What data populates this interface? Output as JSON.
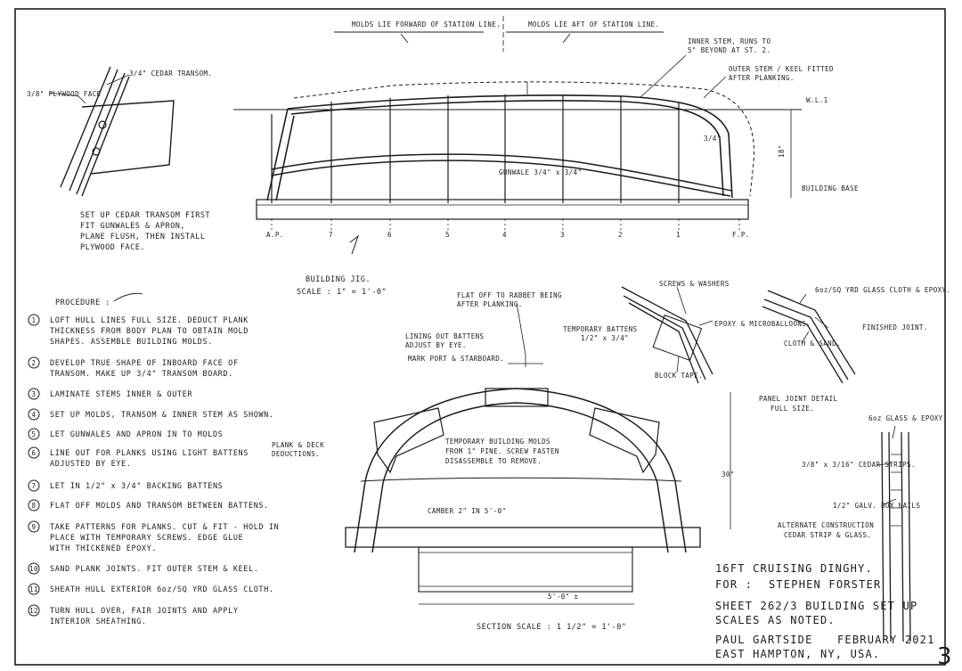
{
  "sheet_number": "3",
  "profile": {
    "molds_forward": "MOLDS LIE FORWARD OF STATION LINE.",
    "molds_aft": "MOLDS LIE AFT OF STATION LINE.",
    "inner_stem": "INNER STEM, RUNS TO 5\" BEYOND AT ST. 2.",
    "outer_stem": "OUTER STEM / KEEL FITTED AFTER PLANKING",
    "gunwale": "GUNWALE 3/4\" x 3/4\"",
    "dim_3_4": "3/4\"",
    "dim_18": "18\"",
    "wl1": "W.L.1",
    "building_base": "BUILDING BASE",
    "stations": [
      "A.P.",
      "7",
      "6",
      "5",
      "4",
      "3",
      "2",
      "1",
      "F.P."
    ],
    "title": "BUILDING JIG.",
    "scale": "SCALE : 1\" = 1'-0\""
  },
  "transom": {
    "cedar": "3/4\" CEDAR TRANSOM.",
    "plywood": "3/8\" PLYWOOD FACE",
    "note": [
      "SET UP CEDAR TRANSOM FIRST",
      "FIT GUNWALES & APRON,",
      "PLANE FLUSH, THEN INSTALL",
      "PLYWOOD FACE."
    ]
  },
  "procedure": {
    "title": "PROCEDURE :",
    "steps": [
      {
        "num": "1",
        "lines": [
          "LOFT HULL LINES FULL SIZE. DEDUCT PLANK",
          "THICKNESS FROM BODY PLAN TO OBTAIN MOLD",
          "SHAPES. ASSEMBLE BUILDING MOLDS."
        ]
      },
      {
        "num": "2",
        "lines": [
          "DEVELOP TRUE SHAPE OF INBOARD FACE OF",
          "TRANSOM. MAKE UP 3/4\" TRANSOM BOARD."
        ]
      },
      {
        "num": "3",
        "lines": [
          "LAMINATE STEMS INNER & OUTER"
        ]
      },
      {
        "num": "4",
        "lines": [
          "SET UP MOLDS, TRANSOM & INNER STEM AS SHOWN."
        ]
      },
      {
        "num": "5",
        "lines": [
          "LET GUNWALES AND APRON IN TO MOLDS"
        ]
      },
      {
        "num": "6",
        "lines": [
          "LINE OUT FOR PLANKS USING LIGHT BATTENS",
          "ADJUSTED BY EYE."
        ]
      },
      {
        "num": "7",
        "lines": [
          "LET IN 1/2\" x 3/4\" BACKING BATTENS"
        ]
      },
      {
        "num": "8",
        "lines": [
          "FLAT OFF MOLDS AND TRANSOM BETWEEN BATTENS."
        ]
      },
      {
        "num": "9",
        "lines": [
          "TAKE PATTERNS FOR PLANKS. CUT & FIT - HOLD IN",
          "PLACE WITH TEMPORARY SCREWS. EDGE GLUE",
          "WITH THICKENED EPOXY."
        ]
      },
      {
        "num": "10",
        "lines": [
          "SAND PLANK JOINTS. FIT OUTER STEM & KEEL."
        ]
      },
      {
        "num": "11",
        "lines": [
          "SHEATH HULL EXTERIOR 6oz/SQ YRD GLASS CLOTH."
        ]
      },
      {
        "num": "12",
        "lines": [
          "TURN HULL OVER, FAIR JOINTS AND APPLY",
          "INTERIOR SHEATHING."
        ]
      }
    ]
  },
  "section": {
    "flat_off": [
      "FLAT OFF TO RABBET BEING",
      "AFTER PLANKING."
    ],
    "lining_out": [
      "LINING OUT BATTENS",
      "ADJUST BY EYE."
    ],
    "mark_port": "MARK PORT & STARBOARD.",
    "temp_battens": [
      "TEMPORARY BATTENS",
      "1/2\" x 3/4\""
    ],
    "plank_deck": [
      "PLANK & DECK",
      "DEDUCTIONS."
    ],
    "temp_molds": [
      "TEMPORARY BUILDING MOLDS",
      "FROM 1\" PINE. SCREW FASTEN",
      "DISASSEMBLE TO REMOVE."
    ],
    "camber": "CAMBER 2\" IN 5'-0\"",
    "width": "5'-0\" ±",
    "scale": "SECTION SCALE : 1 1/2\" = 1'-0\"",
    "dim_30": "30\""
  },
  "panel_joint": {
    "screws": "SCREWS & WASHERS",
    "epoxy_micro": "EPOXY & MICROBALLOONS.",
    "block_tape": "BLOCK TAPE.",
    "glass": "6oz/SQ YRD GLASS CLOTH & EPOXY.",
    "finished": "FINISHED JOINT.",
    "cloth_sand": "CLOTH & SAND.",
    "title": [
      "PANEL JOINT DETAIL",
      "FULL SIZE."
    ]
  },
  "alt_detail": {
    "glass_epoxy": "6oz GLASS & EPOXY.",
    "strips": "3/8\" x 3/16\" CEDAR STRIPS.",
    "nails": "1/2\" GALV. BOX NAILS",
    "title": [
      "ALTERNATE CONSTRUCTION",
      "CEDAR STRIP & GLASS."
    ]
  },
  "title_block": {
    "boat": "16FT CRUISING DINGHY.",
    "for_label": "FOR :",
    "client": "STEPHEN FORSTER",
    "sheet": "SHEET 262/3 BUILDING SET UP",
    "scales": "SCALES AS NOTED.",
    "designer": "PAUL GARTSIDE",
    "date": "FEBRUARY 2021",
    "location": "EAST HAMPTON, NY, USA."
  }
}
